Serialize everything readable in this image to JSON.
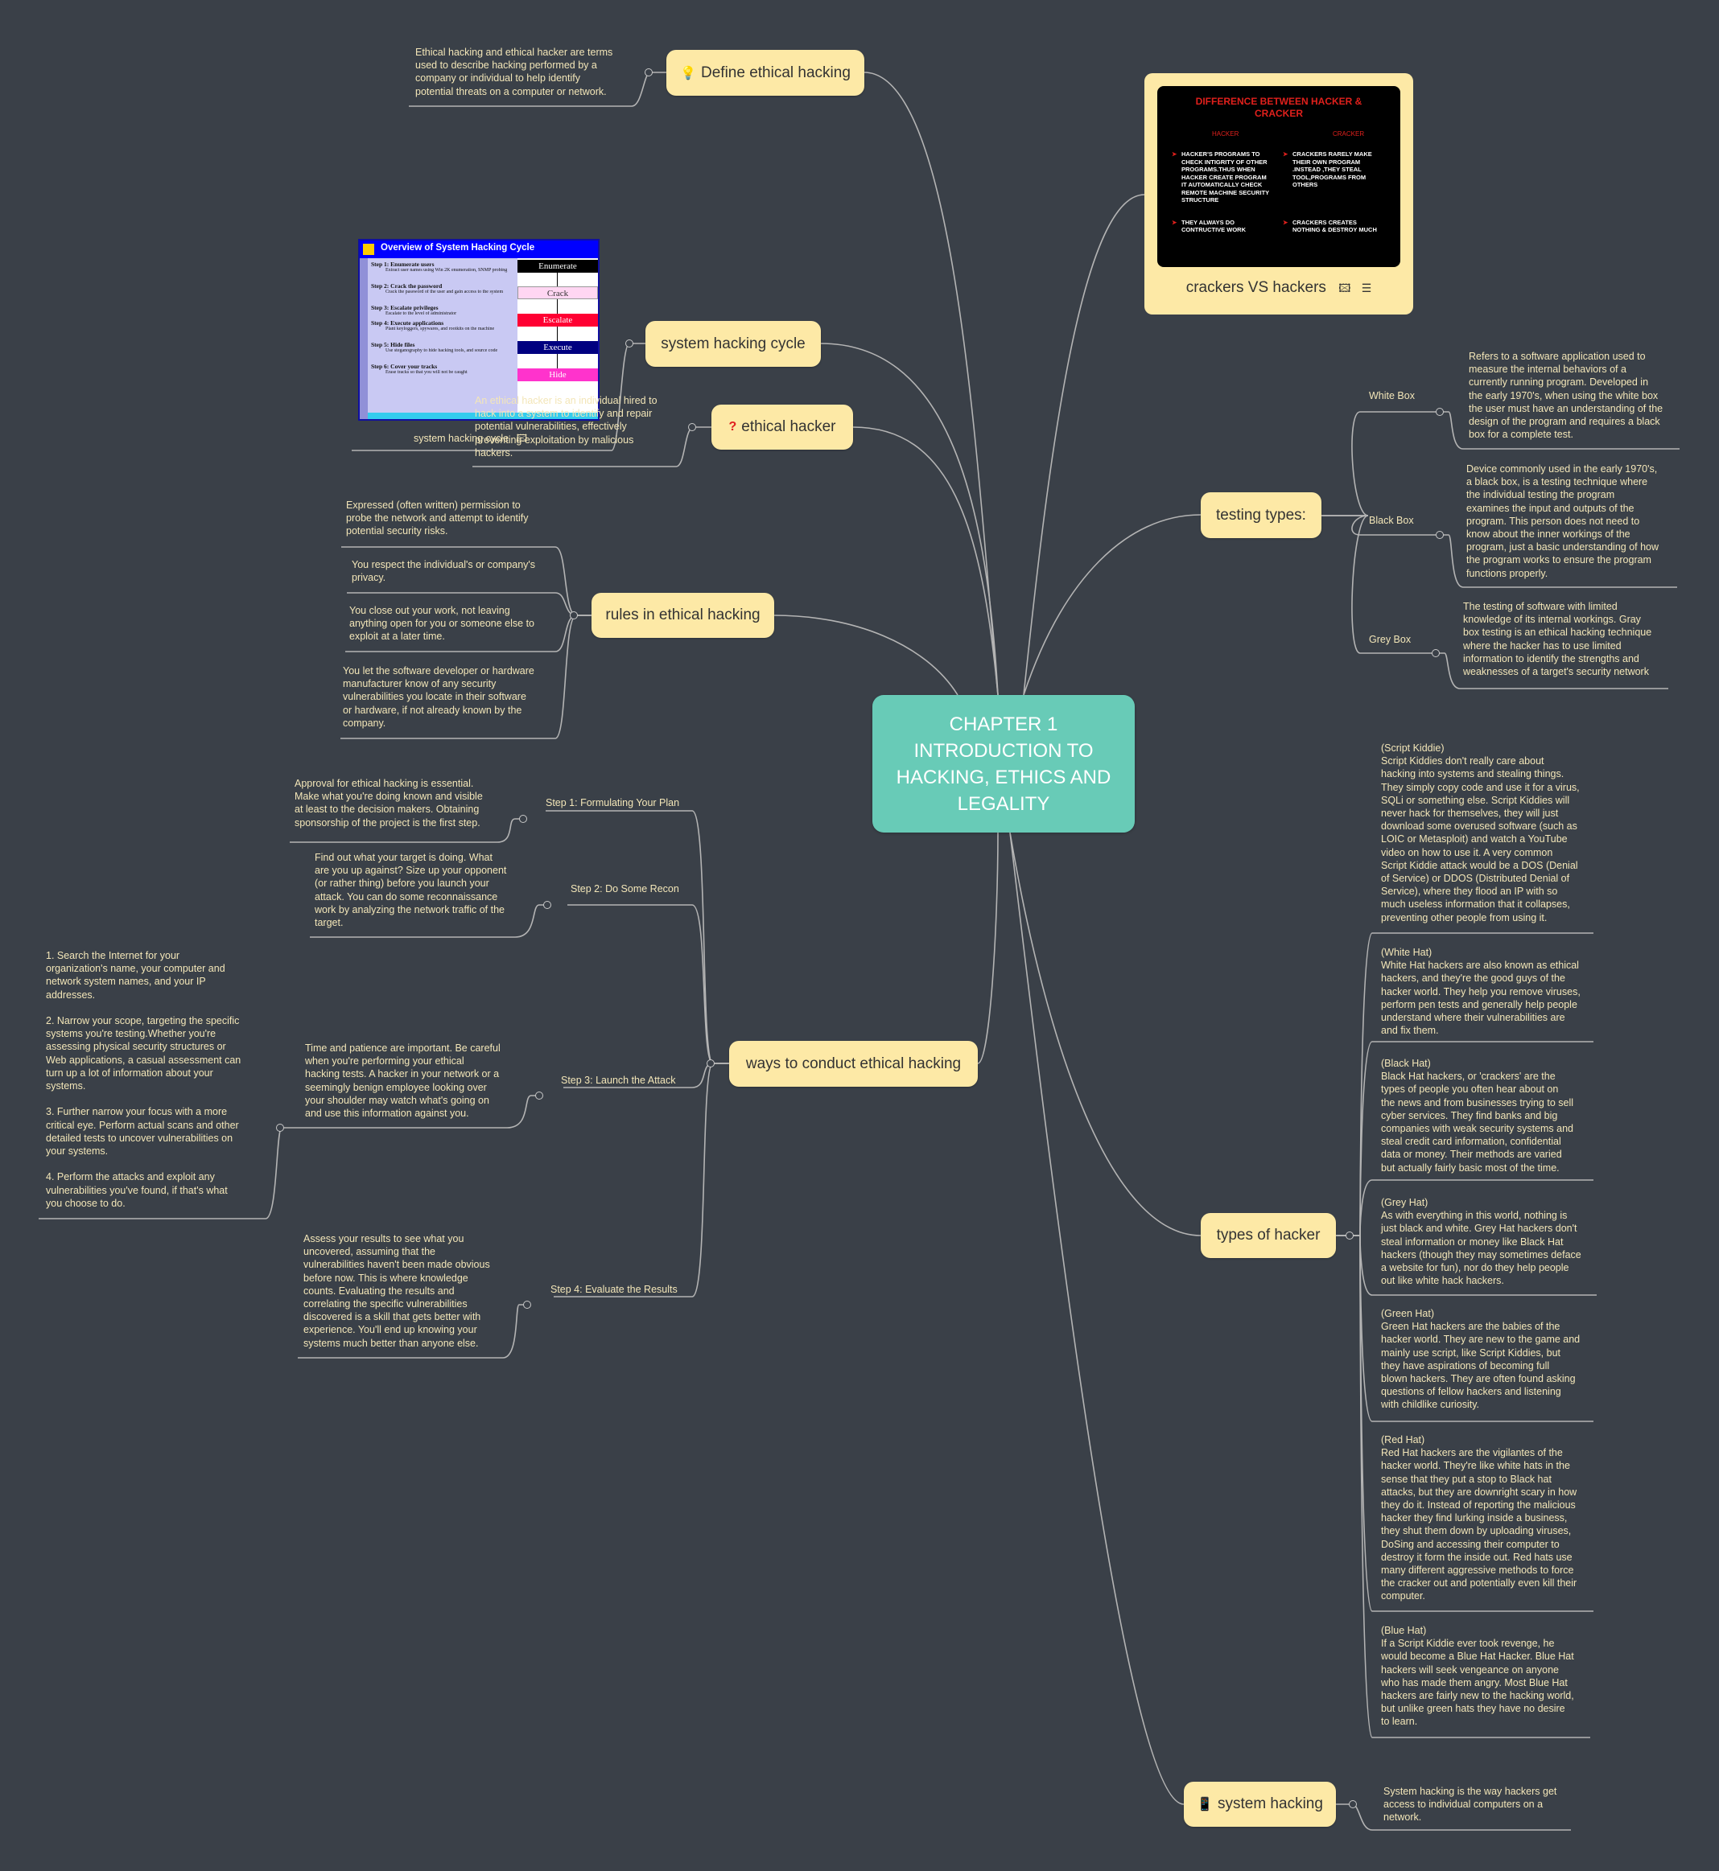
{
  "center": {
    "title": "CHAPTER 1\nINTRODUCTION TO\nHACKING, ETHICS AND\nLEGALITY"
  },
  "nodes": {
    "define": {
      "label": "Define ethical hacking",
      "icon": "lightbulb-icon",
      "note": "Ethical hacking and ethical hacker are terms\nused to describe hacking performed by a\ncompany or individual to help identify\npotential threats on a computer or network."
    },
    "cycle": {
      "label": "system hacking cycle",
      "caption": "system hacking cycle"
    },
    "ethical_hacker": {
      "label": "ethical hacker",
      "icon": "question-mark-icon",
      "note": "An ethical hacker is an individual hired to\nhack into a system to identify and repair\npotential vulnerabilities, effectively\npreventing exploitation by malicious\nhackers."
    },
    "rules": {
      "label": "rules in ethical hacking",
      "items": [
        "Expressed (often written) permission to\nprobe the network and attempt to identify\npotential security risks.",
        "You respect the individual's or company's\nprivacy.",
        "You close out your work, not leaving\nanything open for you or someone else to\nexploit at a later time.",
        "You let the software developer or hardware\nmanufacturer know of any security\nvulnerabilities you locate in their software\nor hardware, if not already known by the\ncompany."
      ]
    },
    "ways": {
      "label": "ways to conduct ethical hacking",
      "steps": [
        {
          "label": "Step 1: Formulating Your Plan",
          "note": "Approval for ethical hacking is essential.\nMake what you're doing known and visible\nat least to the decision makers. Obtaining\nsponsorship of the project is the first step."
        },
        {
          "label": "Step 2: Do Some Recon",
          "note": "Find out what your target is doing. What\nare you up against? Size up your opponent\n(or rather thing) before you launch your\nattack. You can do some reconnaissance\nwork by analyzing the network traffic of the\ntarget."
        },
        {
          "label": "Step 3: Launch the Attack",
          "note": "Time and patience are important. Be careful\nwhen you're performing your ethical\nhacking tests. A hacker in your network or a\nseemingly benign employee looking over\nyour shoulder may watch what's going on\nand use this information against you.",
          "sub": "1. Search the Internet for your\norganization's name, your computer and\nnetwork system names, and your IP\naddresses.\n\n2. Narrow your scope, targeting the specific\nsystems you're testing.Whether you're\nassessing physical security structures or\nWeb applications, a casual assessment can\nturn up a lot of information about your\nsystems.\n\n3. Further narrow your focus with a more\ncritical eye. Perform actual scans and other\ndetailed tests to uncover vulnerabilities on\nyour systems.\n\n4. Perform the attacks and exploit any\nvulnerabilities you've found, if that's what\nyou choose to do."
        },
        {
          "label": "Step 4: Evaluate the Results",
          "note": "Assess your results to see what you\nuncovered, assuming that the\nvulnerabilities haven't been made obvious\nbefore now. This is where knowledge\ncounts. Evaluating the results and\ncorrelating the specific vulnerabilities\ndiscovered is a skill that gets better with\nexperience. You'll end up knowing your\nsystems much better than anyone else."
        }
      ]
    },
    "crackers": {
      "label": "crackers VS hackers",
      "icons": [
        "image-icon",
        "notes-icon"
      ]
    },
    "testing": {
      "label": "testing types:",
      "items": [
        {
          "label": "White Box",
          "note": "Refers to a software application used to\nmeasure the internal behaviors of a\ncurrently running program. Developed in\nthe early 1970's, when using the white box\nthe user must have an understanding of the\ndesign of the program and requires a black\nbox for a complete test."
        },
        {
          "label": "Black Box",
          "note": "Device commonly used in the early 1970's,\na black box, is a testing technique where\nthe individual testing the program\nexamines the input and outputs of the\nprogram. This person does not need to\nknow about the inner workings of the\nprogram, just a basic understanding of how\nthe program works to ensure the program\nfunctions properly."
        },
        {
          "label": "Grey Box",
          "note": "The testing of software with limited\nknowledge of its internal workings. Gray\nbox testing is an ethical hacking technique\nwhere the hacker has to use limited\ninformation to identify the strengths and\nweaknesses of a target's security network"
        }
      ]
    },
    "types": {
      "label": "types of hacker",
      "items": [
        "(Script Kiddie)\nScript Kiddies don't really care about\nhacking into systems and stealing things.\nThey simply copy code and use it for a virus,\nSQLi or something else. Script Kiddies will\nnever hack for themselves, they will just\ndownload some overused software (such as\nLOIC or Metasploit) and watch a YouTube\nvideo on how to use it. A very common\nScript Kiddie attack would be a DOS (Denial\nof Service) or DDOS (Distributed Denial of\nService), where they flood an IP with so\nmuch useless information that it collapses,\npreventing other people from using it.",
        "(White Hat)\nWhite Hat hackers are also known as ethical\nhackers, and they're the good guys of the\nhacker world. They help you remove viruses,\nperform pen tests and generally help people\nunderstand where their vulnerabilities are\nand fix them.",
        "(Black Hat)\nBlack Hat hackers, or 'crackers' are the\ntypes of people you often hear about on\nthe news and from businesses trying to sell\ncyber services. They find banks and big\ncompanies with weak security systems and\nsteal credit card information, confidential\ndata or money. Their methods are varied\nbut actually fairly basic most of the time.",
        "(Grey Hat)\nAs with everything in this world, nothing is\njust black and white. Grey Hat hackers don't\nsteal information or money like Black Hat\nhackers (though they may sometimes deface\na website for fun), nor do they help people\nout like white hack hackers.",
        "(Green Hat)\nGreen Hat hackers are the babies of the\nhacker world. They are new to the game and\nmainly use script, like Script Kiddies, but\nthey have aspirations of becoming full\nblown hackers. They are often found asking\nquestions of fellow hackers and listening\nwith childlike curiosity.",
        "(Red Hat)\nRed Hat hackers are the vigilantes of the\nhacker world. They're like white hats in the\nsense that they put a stop to Black hat\nattacks, but they are downright scary in how\nthey do it. Instead of reporting the malicious\nhacker they find lurking inside a business,\nthey shut them down by uploading viruses,\nDoSing and accessing their computer to\ndestroy it form the inside out. Red hats use\nmany different aggressive methods to force\nthe cracker out and potentially even kill their\ncomputer.",
        "(Blue Hat)\nIf a Script Kiddie ever took revenge, he\nwould become a Blue Hat Hacker. Blue Hat\nhackers will seek vengeance on anyone\nwho has made them angry. Most Blue Hat\nhackers are fairly new to the hacking world,\nbut unlike green hats they have no desire\nto learn."
      ]
    },
    "syshack": {
      "label": "system hacking",
      "icon": "phone-icon",
      "note": "System hacking is the way hackers get\naccess to individual computers on a\nnetwork."
    }
  },
  "cycle_image": {
    "title": "Overview of System Hacking Cycle",
    "steps": [
      {
        "title": "Step 1: Enumerate users",
        "sub": "Extract user names using Win 2K enumeration, SNMP probing"
      },
      {
        "title": "Step 2: Crack the password",
        "sub": "Crack the password of the user and gain access to the system"
      },
      {
        "title": "Step 3: Escalate privileges",
        "sub": "Escalate to the level of administrator"
      },
      {
        "title": "Step 4: Execute applications",
        "sub": "Plant keyloggers, spywares, and rootkits on the machine"
      },
      {
        "title": "Step 5: Hide files",
        "sub": "Use steganography to hide hacking tools, and source code"
      },
      {
        "title": "Step 6: Cover your tracks",
        "sub": "Erase tracks so that you will not be caught"
      }
    ],
    "boxes": [
      {
        "label": "Enumerate",
        "bg": "#000000",
        "fg": "#ffffff"
      },
      {
        "label": "Crack",
        "bg": "#ffd6f2",
        "fg": "#333333"
      },
      {
        "label": "Escalate",
        "bg": "#ff0033",
        "fg": "#ffffff"
      },
      {
        "label": "Execute",
        "bg": "#000080",
        "fg": "#ffffff"
      },
      {
        "label": "Hide",
        "bg": "#ff33cc",
        "fg": "#ffffff"
      }
    ]
  },
  "crackers_image": {
    "title": "DIFFERENCE BETWEEN HACKER & CRACKER",
    "col1": "HACKER",
    "col2": "CRACKER",
    "hacker": [
      "HACKER'S PROGRAMS TO CHECK INTIGRITY OF OTHER PROGRAMS.THUS WHEN HACKER CREATE PROGRAM IT AUTOMATICALLY CHECK REMOTE MACHINE SECURITY STRUCTURE",
      "THEY ALWAYS DO CONTRUCTIVE WORK"
    ],
    "cracker": [
      "CRACKERS RARELY MAKE THEIR OWN PROGRAM .INSTEAD ,THEY STEAL TOOL,PROGRAMS FROM OTHERS",
      "CRACKERS CREATES NOTHING & DESTROY MUCH"
    ]
  },
  "colors": {
    "background": "#3a4048",
    "node": "#fde9a6",
    "center": "#68cbb7",
    "line": "#b9b9b9",
    "text": "#f3e6b8"
  }
}
